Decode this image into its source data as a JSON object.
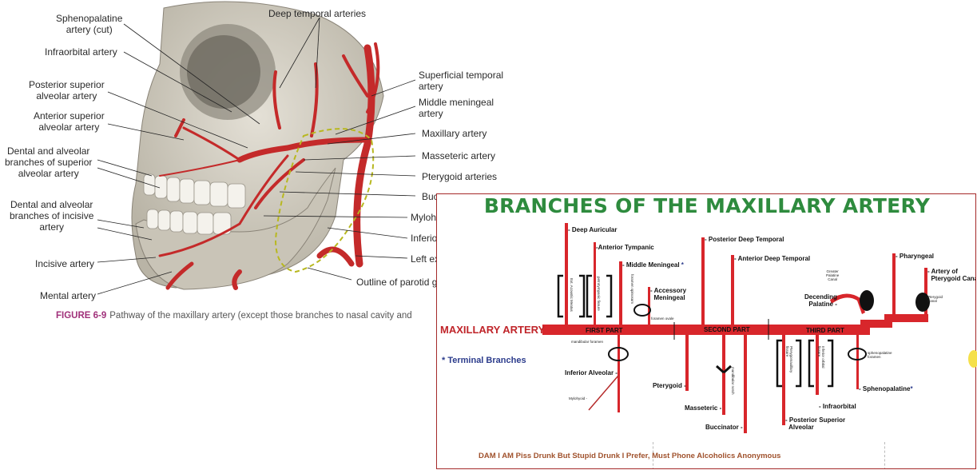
{
  "left_figure": {
    "labels": [
      {
        "text": "Sphenopalatine\nartery (cut)"
      },
      {
        "text": "Deep temporal arteries"
      },
      {
        "text": "Infraorbital artery"
      },
      {
        "text": "Posterior superior\nalveolar artery"
      },
      {
        "text": "Anterior superior\nalveolar artery"
      },
      {
        "text": "Dental and alveolar\nbranches of superior\nalveolar artery"
      },
      {
        "text": "Dental and alveolar\nbranches of incisive\nartery"
      },
      {
        "text": "Incisive artery"
      },
      {
        "text": "Mental artery"
      },
      {
        "text": "Superficial temporal\nartery"
      },
      {
        "text": "Middle meningeal\nartery"
      },
      {
        "text": "Maxillary artery"
      },
      {
        "text": "Masseteric artery"
      },
      {
        "text": "Pterygoid arteries"
      },
      {
        "text": "Buc"
      },
      {
        "text": "Myloh"
      },
      {
        "text": "Inferio"
      },
      {
        "text": "Left ex"
      },
      {
        "text": "Outline of parotid g"
      }
    ],
    "caption_fig": "FIGURE 6-9",
    "caption_text": "Pathway of the maxillary artery (except those branches to nasal cavity and"
  },
  "panel": {
    "title": "BRANCHES OF THE MAXILLARY ARTERY",
    "maxillary_label": "MAXILLARY ARTERY",
    "terminal_note": "* Terminal Branches",
    "parts": [
      "FIRST PART",
      "SECOND PART",
      "THIRD PART"
    ],
    "branches_up": [
      "- Deep Auricular",
      "-Anterior Tympanic",
      "- Middle Meningeal",
      "- Accessory\n  Meningeal",
      "- Posterior Deep Temporal",
      "- Anterior Deep Temporal",
      "- Pharyngeal",
      "- Artery of\n  Pterygoid Canal"
    ],
    "branches_down": [
      "Inferior  Alveolar -",
      "Mylohyoid -",
      "Pterygoid -",
      "Masseteric -",
      "Buccinator -",
      "- Posterior Superior\n  Alveolar",
      "- Infraorbital",
      "- Sphenopalatine"
    ],
    "star": "*",
    "decending_palatine": "Decending\nPalatine -",
    "small_labels": {
      "greater_palatine": "Greater\nPalatine\nCanal",
      "pterygoid_canal": "Pterygoid\nCanal",
      "foramen_ovale": "foramen ovale",
      "mandibular_foramen": "mandibular foramen",
      "sphenopalatine_foramen": "sphenopalatine\nforamen",
      "ext_acoustic": "Ext. Acoustic Meatus",
      "petrotympanic": "petrotympanic fissure",
      "foramen_spinosum": "foramen spinosum",
      "mandibular_notch": "mandibular notch",
      "pterygomaxillary": "Pterygomaxillary\nfissure",
      "infraorbital_fissure": "Inferior orbital\nfissure"
    },
    "mnemonic": "DAM I AM Piss Drunk But Stupid Drunk I Prefer, Must Phone Alcoholics Anonymous",
    "colors": {
      "artery": "#d8262b",
      "title": "#2e8b3e",
      "label_red": "#c0252a",
      "terminal": "#2c3c8c",
      "mnemonic": "#a0522d"
    }
  }
}
